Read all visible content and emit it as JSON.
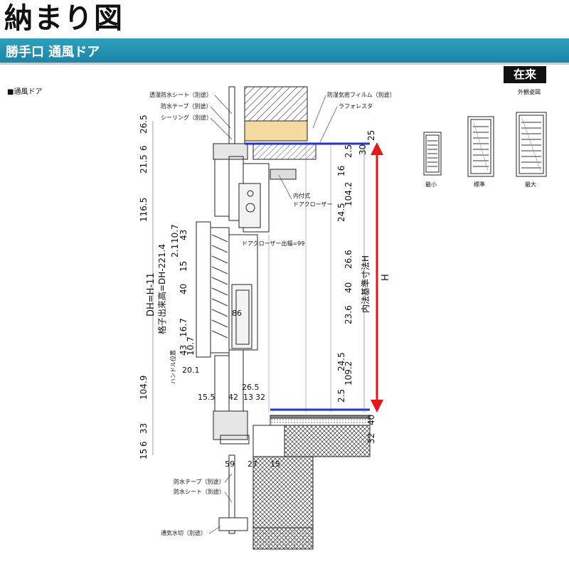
{
  "header": {
    "title": "納まり図",
    "subtitle": "勝手口 通風ドア",
    "badge": "在来",
    "section_label": "通風ドア"
  },
  "elevations": {
    "title": "外観姿図",
    "items": [
      {
        "label": "最小"
      },
      {
        "label": "標準"
      },
      {
        "label": "最大"
      }
    ]
  },
  "callouts": {
    "top_left": [
      "透湿防水シート（別途）",
      "防水テープ（別途）",
      "シーリング（別途）"
    ],
    "top_right": [
      "防湿気密フィルム（別途）",
      "ラフォレスタ"
    ],
    "closer": [
      "内付式",
      "ドアクローザー"
    ],
    "closer_projection": "ドアクローザー出幅=99",
    "bottom_left": [
      "防水テープ（別途）",
      "防水シート（別途）"
    ],
    "bottom_vent": "通気水切（別途）"
  },
  "dimensions": {
    "left_outer": [
      "26.5",
      "6",
      "21.5",
      "116.5",
      "104.9",
      "33",
      "6",
      "15"
    ],
    "left_mid": [
      "10.7",
      "43",
      "2.1",
      "15",
      "40",
      "16.7",
      "43",
      "10.7",
      "20.1"
    ],
    "left_labels": [
      "DH=H-11",
      "格子出来高=DH-221.4",
      "ハンドル位置"
    ],
    "bottom_row1": [
      "15.5",
      "42",
      "26.5",
      "13",
      "32"
    ],
    "bottom_row2": [
      "59",
      "27",
      "15"
    ],
    "center": "86",
    "right_inner": [
      "2.5",
      "16",
      "104.2",
      "24.5",
      "26.6",
      "40",
      "23.6",
      "24.5",
      "109.2",
      "2.5"
    ],
    "right_outer": [
      "25",
      "30",
      "40",
      "32"
    ],
    "inner_label": "内法基準寸法H",
    "height_label": "H"
  },
  "colors": {
    "band": "#1b85a6",
    "accent_red": "#e8151b",
    "accent_blue": "#2233dd",
    "insulation": "#f4d9a0"
  }
}
